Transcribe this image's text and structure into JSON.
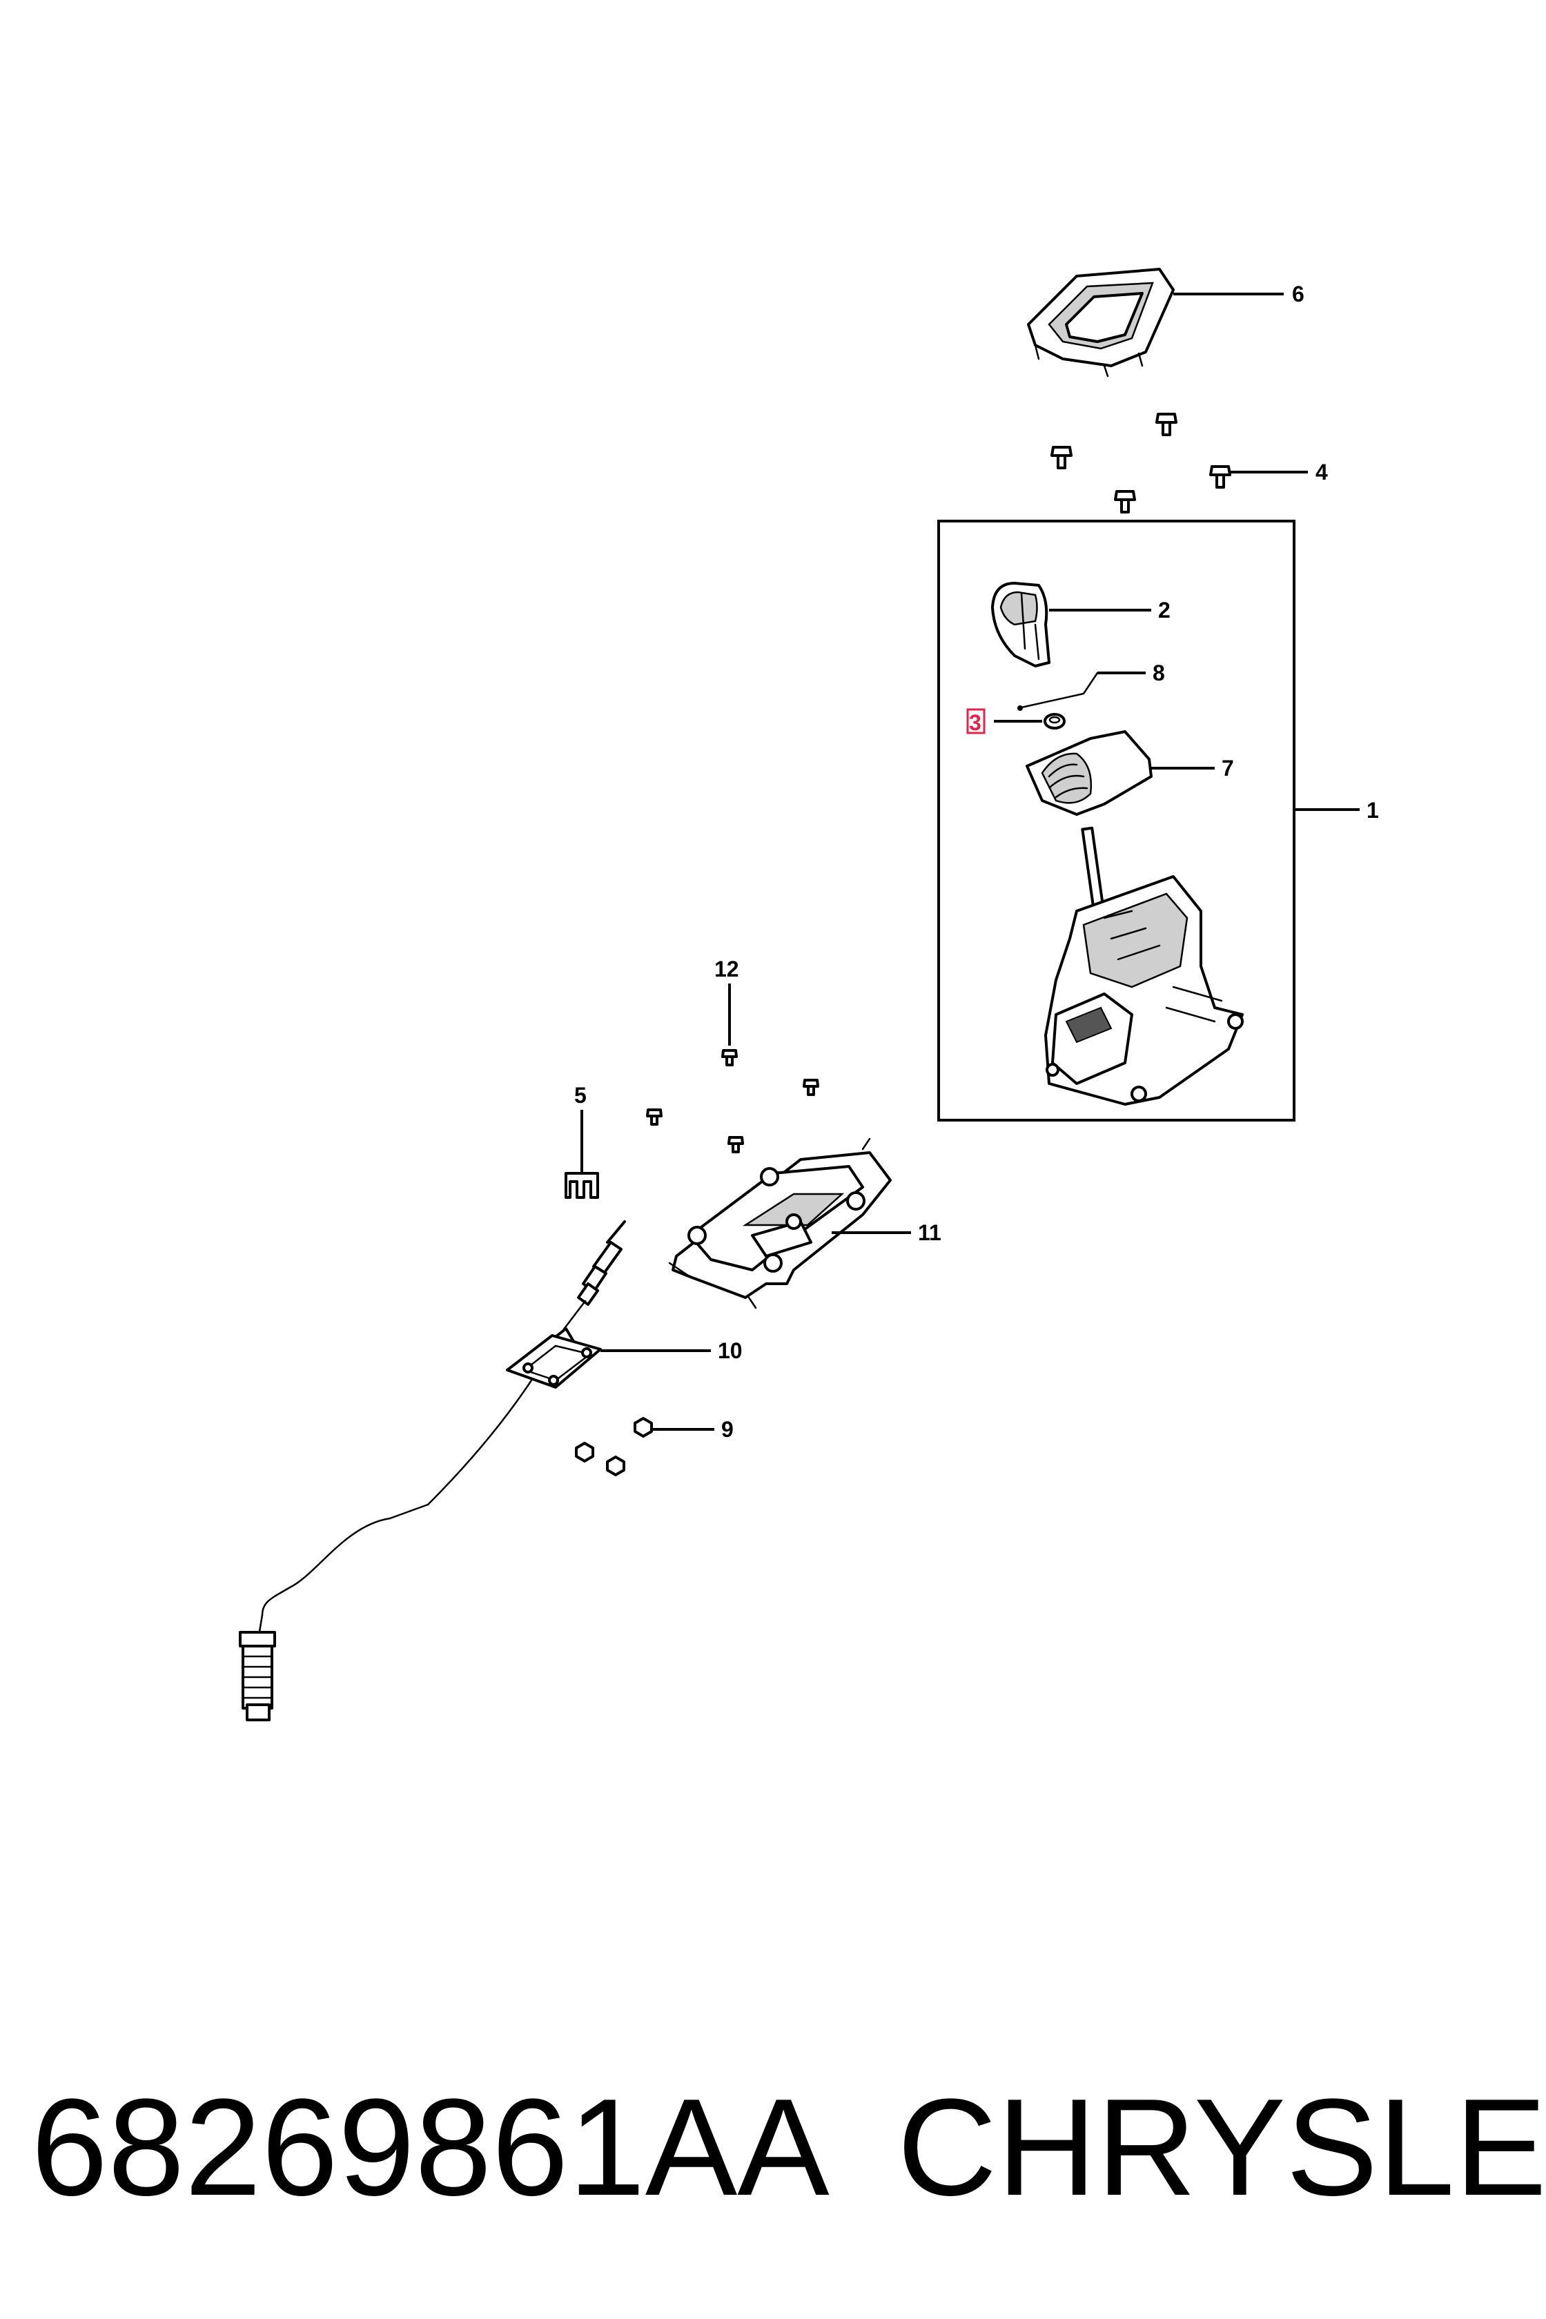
{
  "callouts": {
    "c1": "1",
    "c2": "2",
    "c3": "3",
    "c4": "4",
    "c5": "5",
    "c6": "6",
    "c7": "7",
    "c8": "8",
    "c9": "9",
    "c10": "10",
    "c11": "11",
    "c12": "12"
  },
  "caption": {
    "part_number": "68269861AA",
    "brand": "CHRYSLER"
  },
  "highlight_color": "#e0244a"
}
